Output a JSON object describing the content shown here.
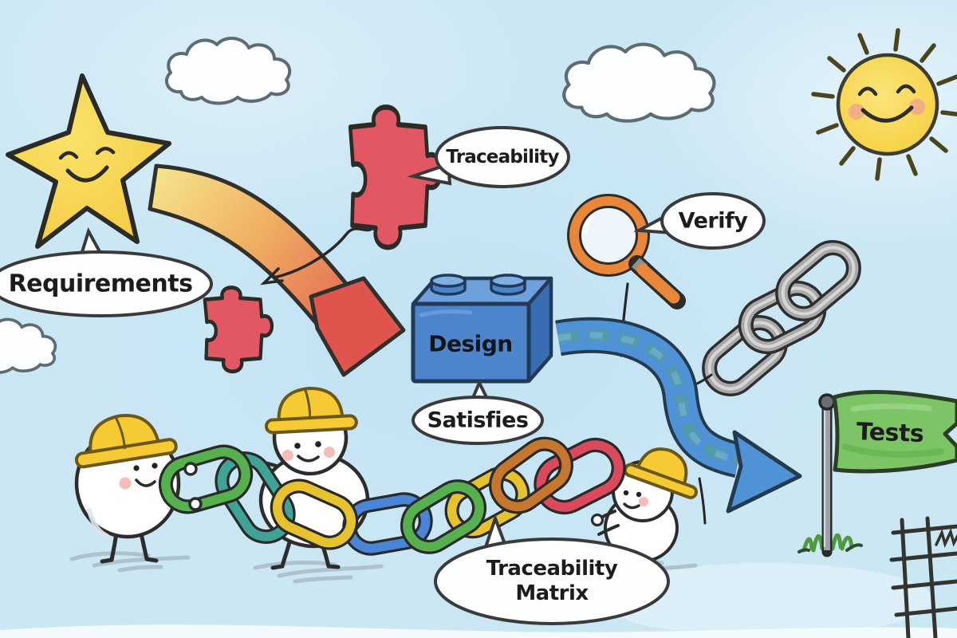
{
  "illustration": {
    "description": "Hand-drawn cartoon sketch of software requirements traceability: a star (requirements) links through puzzle pieces and a design brick to tests, with workers assembling a traceability-matrix chain",
    "labels": {
      "requirements": "Requirements",
      "traceability": "Traceability",
      "design": "Design",
      "satisfies": "Satisfies",
      "verify": "Verify",
      "tests": "Tests",
      "traceability_matrix": {
        "line1": "Traceability",
        "line2": "Matrix"
      }
    },
    "colors": {
      "sky": "#cbe7f4",
      "star_yellow": "#f7d84e",
      "puzzle_red": "#e05560",
      "brick_blue": "#4d85cc",
      "magnifier_orange": "#e8873a",
      "flag_green": "#7cc465",
      "arrow_blue": "#4f93d6",
      "arrow_warm_gradient": [
        "#f6e38c",
        "#efae62",
        "#e2574f"
      ],
      "hard_hat_yellow": "#f5ca33",
      "chain_gray": "#a9a9a9",
      "chain_link_colors": [
        "#56b04e",
        "#3fa396",
        "#e6c22e",
        "#4a86d8",
        "#56b04e",
        "#e6c22e",
        "#c6772e",
        "#d84a5c"
      ]
    }
  }
}
